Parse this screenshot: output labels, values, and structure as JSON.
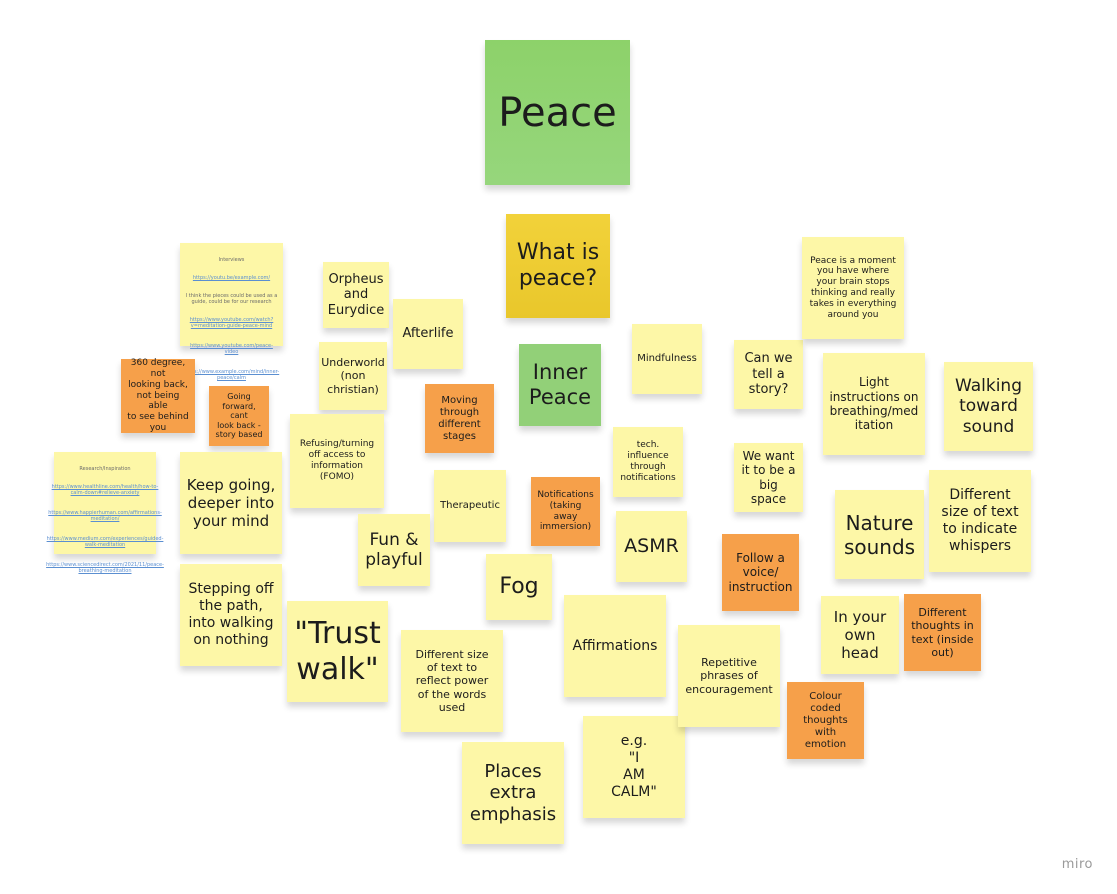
{
  "board": {
    "watermark": "miro",
    "notes": [
      {
        "id": "peace",
        "text": "Peace",
        "color": "#8dd26a"
      },
      {
        "id": "what-is-peace",
        "text": "What is\npeace?",
        "color": "#eccb2e"
      },
      {
        "id": "inner-peace",
        "text": "Inner\nPeace",
        "color": "#92d078"
      },
      {
        "id": "orpheus",
        "text": "Orpheus\nand\nEurydice",
        "color": "#fdf7a7"
      },
      {
        "id": "afterlife",
        "text": "Afterlife",
        "color": "#fdf7a7"
      },
      {
        "id": "underworld",
        "text": "Underworld\n(non\nchristian)",
        "color": "#fdf7a7"
      },
      {
        "id": "360-degree",
        "text": "360 degree, not\nlooking back,\nnot being able\nto see behind\nyou",
        "color": "#f6a04a"
      },
      {
        "id": "going-forward",
        "text": "Going\nforward, cant\nlook back -\nstory based",
        "color": "#f6a04a"
      },
      {
        "id": "refusing",
        "text": "Refusing/turning\noff access to\ninformation\n(FOMO)",
        "color": "#fdf7a7"
      },
      {
        "id": "moving-stages",
        "text": "Moving\nthrough\ndifferent\nstages",
        "color": "#f6a04a"
      },
      {
        "id": "keep-going",
        "text": "Keep going,\ndeeper into\nyour mind",
        "color": "#fdf7a7"
      },
      {
        "id": "therapeutic",
        "text": "Therapeutic",
        "color": "#fdf7a7"
      },
      {
        "id": "fun-playful",
        "text": "Fun &\nplayful",
        "color": "#fdf7a7"
      },
      {
        "id": "stepping-off",
        "text": "Stepping off\nthe path,\ninto walking\non nothing",
        "color": "#fdf7a7"
      },
      {
        "id": "trust-walk",
        "text": "\"Trust\nwalk\"",
        "color": "#fdf7a7"
      },
      {
        "id": "fog",
        "text": "Fog",
        "color": "#fdf7a7"
      },
      {
        "id": "different-size-power",
        "text": "Different size\nof text to\nreflect power\nof the words\nused",
        "color": "#fdf7a7"
      },
      {
        "id": "places-emphasis",
        "text": "Places\nextra\nemphasis",
        "color": "#fdf7a7"
      },
      {
        "id": "mindfulness",
        "text": "Mindfulness",
        "color": "#fdf7a7"
      },
      {
        "id": "tech-influence",
        "text": "tech.\ninfluence\nthrough\nnotifications",
        "color": "#fdf7a7"
      },
      {
        "id": "notifications",
        "text": "Notifications\n(taking away\nimmersion)",
        "color": "#f6a04a"
      },
      {
        "id": "asmr",
        "text": "ASMR",
        "color": "#fdf7a7"
      },
      {
        "id": "affirmations",
        "text": "Affirmations",
        "color": "#fdf7a7"
      },
      {
        "id": "eg-i-am-calm",
        "text": "e.g.\n\"I\nAM\nCALM\"",
        "color": "#fdf7a7"
      },
      {
        "id": "repetitive",
        "text": "Repetitive\nphrases of\nencouragement",
        "color": "#fdf7a7"
      },
      {
        "id": "follow-voice",
        "text": "Follow a\nvoice/\ninstruction",
        "color": "#f6a04a"
      },
      {
        "id": "can-we-tell",
        "text": "Can we\ntell a\nstory?",
        "color": "#fdf7a7"
      },
      {
        "id": "big-space",
        "text": "We want\nit to be a\nbig space",
        "color": "#fdf7a7"
      },
      {
        "id": "peace-moment",
        "text": "Peace is a moment\nyou have where\nyour brain stops\nthinking and really\ntakes in everything\naround you",
        "color": "#fdf7a7"
      },
      {
        "id": "light-instructions",
        "text": "Light\ninstructions on\nbreathing/med\nitation",
        "color": "#fdf7a7"
      },
      {
        "id": "walking-toward",
        "text": "Walking\ntoward\nsound",
        "color": "#fdf7a7"
      },
      {
        "id": "nature-sounds",
        "text": "Nature\nsounds",
        "color": "#fdf7a7"
      },
      {
        "id": "different-size-whispers",
        "text": "Different\nsize of text\nto indicate\nwhispers",
        "color": "#fdf7a7"
      },
      {
        "id": "in-your-head",
        "text": "In your\nown\nhead",
        "color": "#fdf7a7"
      },
      {
        "id": "different-thoughts",
        "text": "Different\nthoughts in\ntext (inside\nout)",
        "color": "#f6a04a"
      },
      {
        "id": "colour-coded",
        "text": "Colour coded\nthoughts with\nemotion",
        "color": "#f6a04a"
      }
    ],
    "tiny_notes": {
      "interviews": {
        "title": "Interviews",
        "lines": [
          "https://youtu.be/example.com/",
          "I think the pieces could be used as a guide, could be for our research",
          "https://www.youtube.com/watch?v=meditation-guide-peace-mind",
          "https://www.youtube.com/peace-video",
          "https://www.example.com/mind/inner-peace/calm"
        ]
      },
      "research": {
        "title": "Research/Inspiration",
        "lines": [
          "https://www.healthline.com/health/how-to-calm-down#relieve-anxiety",
          "https://www.happierhuman.com/affirmations-meditation/",
          "https://www.medium.com/experiences/guided-walk-meditation",
          "https://www.sciencedirect.com/2021/11/peace-breathing-meditation"
        ]
      }
    }
  }
}
